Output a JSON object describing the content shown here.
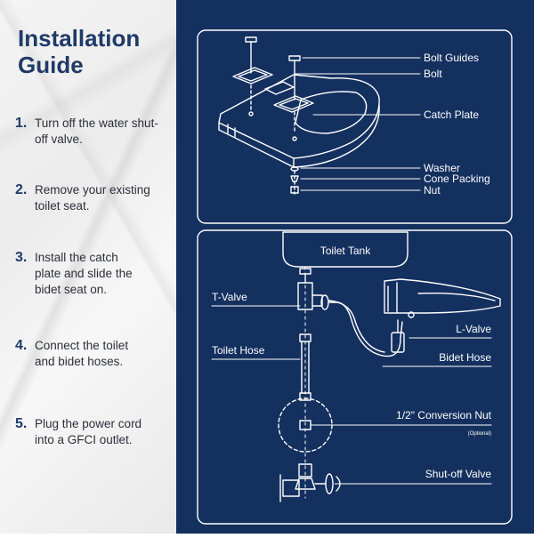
{
  "guide": {
    "title": "Installation Guide",
    "steps": [
      {
        "num": "1.",
        "text": "Turn off the water shut-off valve."
      },
      {
        "num": "2.",
        "text": "Remove your existing toilet seat."
      },
      {
        "num": "3.",
        "text": "Install the catch plate and slide the bidet seat on."
      },
      {
        "num": "4.",
        "text": "Connect the toilet and bidet hoses."
      },
      {
        "num": "5.",
        "text": "Plug the power cord into a GFCI outlet."
      }
    ]
  },
  "diagram1": {
    "bolt_guides": "Bolt Guides",
    "bolt": "Bolt",
    "catch_plate": "Catch Plate",
    "washer": "Washer",
    "cone_packing": "Cone Packing",
    "nut": "Nut"
  },
  "diagram2": {
    "toilet_tank": "Toilet Tank",
    "t_valve": "T-Valve",
    "toilet_hose": "Toilet Hose",
    "l_valve": "L-Valve",
    "bidet_hose": "Bidet Hose",
    "conversion_nut": "1/2\" Conversion Nut",
    "optional": "(Optional)",
    "shutoff_valve": "Shut-off Valve"
  },
  "colors": {
    "navy": "#14305f",
    "title_blue": "#1f3a68",
    "line": "#ffffff"
  }
}
